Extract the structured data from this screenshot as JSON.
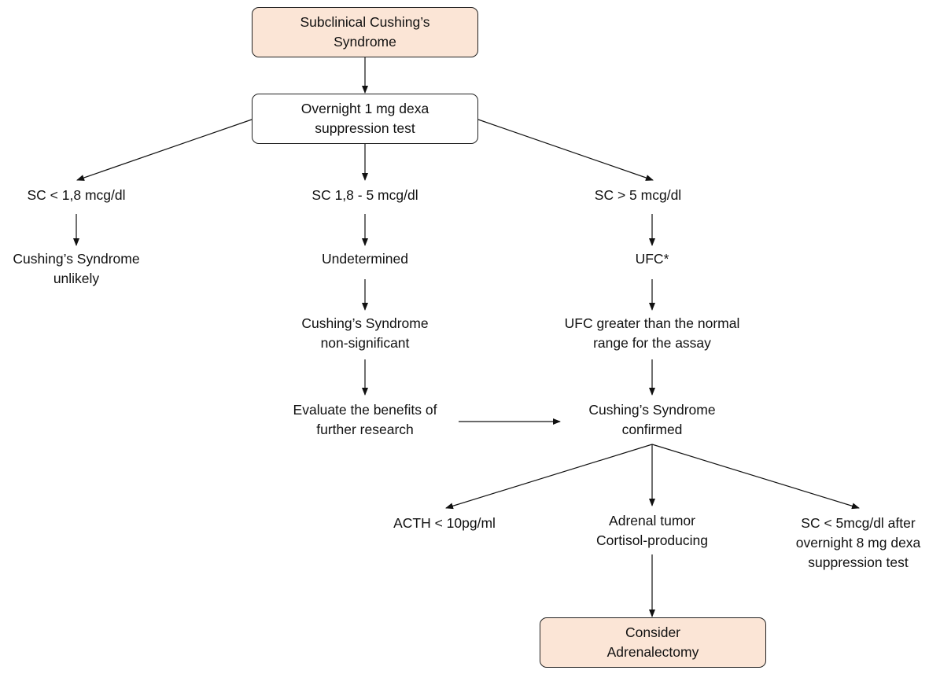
{
  "nodes": {
    "start": [
      "Subclinical Cushing’s",
      "Syndrome"
    ],
    "dexa_test": [
      "Overnight 1 mg dexa",
      "suppression test"
    ],
    "sc_low": [
      "SC < 1,8 mcg/dl"
    ],
    "sc_mid": [
      "SC 1,8 - 5 mcg/dl"
    ],
    "sc_high": [
      "SC > 5 mcg/dl"
    ],
    "unlikely": [
      "Cushing’s Syndrome",
      "unlikely"
    ],
    "undetermined": [
      "Undetermined"
    ],
    "ufc": [
      "UFC*"
    ],
    "non_significant": [
      "Cushing’s Syndrome",
      "non-significant"
    ],
    "ufc_greater": [
      "UFC greater than the normal",
      "range for the assay"
    ],
    "evaluate": [
      "Evaluate the benefits of",
      "further research"
    ],
    "confirmed": [
      "Cushing’s Syndrome",
      "confirmed"
    ],
    "acth": [
      "ACTH < 10pg/ml"
    ],
    "adrenal_tumor": [
      "Adrenal tumor",
      "Cortisol-producing"
    ],
    "sc_8mg": [
      "SC < 5mcg/dl after",
      "overnight 8 mg dexa",
      "suppression test"
    ],
    "adrenalectomy": [
      "Consider",
      "Adrenalectomy"
    ]
  },
  "colors": {
    "highlight_fill": "#fbe5d6",
    "border": "#222222",
    "arrow": "#111111"
  }
}
